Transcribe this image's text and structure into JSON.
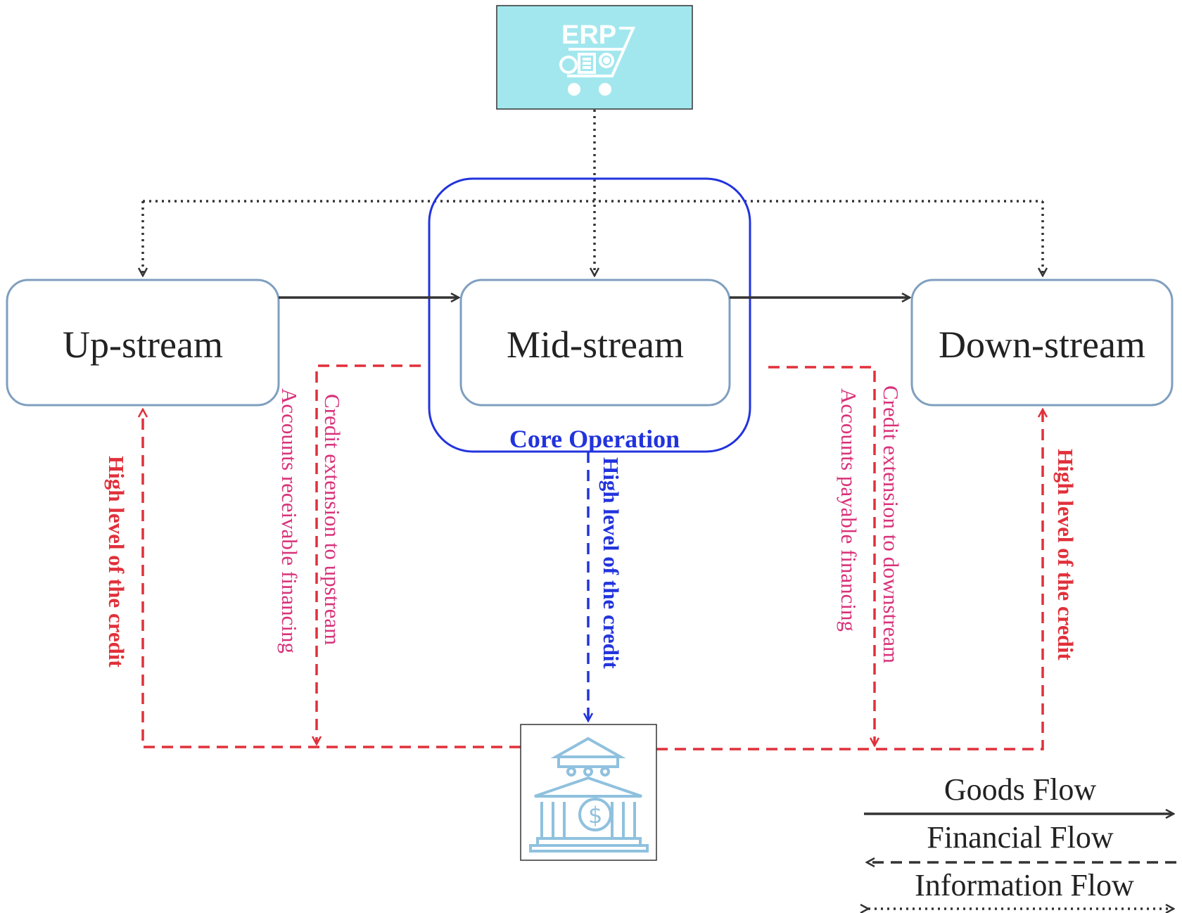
{
  "erp": {
    "label": "ERP",
    "icon": "erp-cart-icon",
    "fill": "#a3e7ee"
  },
  "nodes": {
    "upstream": "Up-stream",
    "midstream": "Mid-stream",
    "downstream": "Down-stream"
  },
  "core_operation": "Core Operation",
  "bank": {
    "icon": "bank-icon"
  },
  "flow_labels": {
    "high_level_left": "High level of the credit",
    "credit_ext_upstream": "Credit extension to upstream",
    "accounts_receivable": "Accounts receivable financing",
    "high_level_mid": "High level of the credit",
    "accounts_payable": "Accounts payable financing",
    "credit_ext_downstream": "Credit extension to downstream",
    "high_level_right": "High level of the credit"
  },
  "legend": {
    "goods": "Goods Flow",
    "financial": "Financial Flow",
    "information": "Information Flow"
  },
  "colors": {
    "goods": "#333333",
    "financial": "#e0303a",
    "core": "#2233dd",
    "node_border": "#7f9fbf",
    "icon": "#8fc1de"
  }
}
